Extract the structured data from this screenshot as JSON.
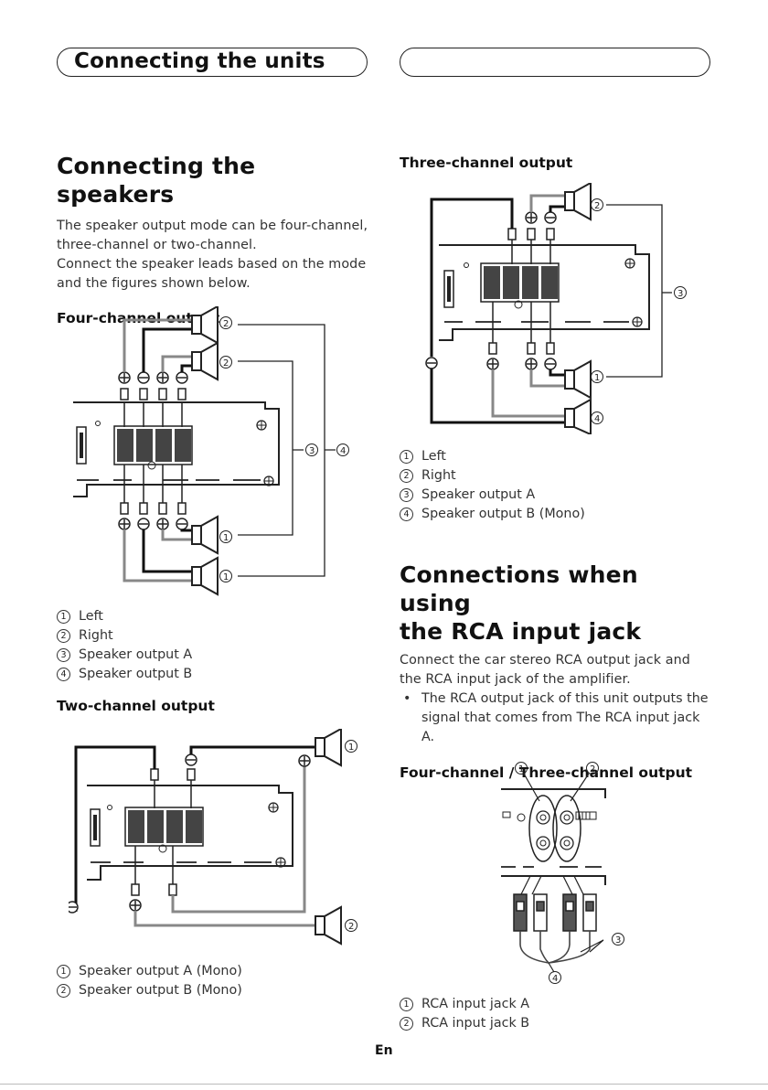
{
  "header": {
    "section_title": "Connecting the units"
  },
  "speakers": {
    "title": "Connecting the speakers",
    "intro_1": "The speaker output mode can be four-channel, three-channel or two-channel.",
    "intro_2": "Connect the speaker leads based on the mode and the figures shown below."
  },
  "four_channel": {
    "title": "Four-channel output",
    "legend": [
      {
        "num": "1",
        "label": "Left"
      },
      {
        "num": "2",
        "label": "Right"
      },
      {
        "num": "3",
        "label": "Speaker output A"
      },
      {
        "num": "4",
        "label": "Speaker output B"
      }
    ]
  },
  "two_channel": {
    "title": "Two-channel output",
    "legend": [
      {
        "num": "1",
        "label": "Speaker output A (Mono)"
      },
      {
        "num": "2",
        "label": "Speaker output B (Mono)"
      }
    ]
  },
  "three_channel": {
    "title": "Three-channel output",
    "legend": [
      {
        "num": "1",
        "label": "Left"
      },
      {
        "num": "2",
        "label": "Right"
      },
      {
        "num": "3",
        "label": "Speaker output A"
      },
      {
        "num": "4",
        "label": "Speaker output B (Mono)"
      }
    ]
  },
  "rca": {
    "title_line1": "Connections when using",
    "title_line2": "the RCA input jack",
    "intro": "Connect the car stereo RCA output jack and the RCA input jack of the amplifier.",
    "bullet": "The RCA output jack of this unit outputs the signal that comes from The RCA input jack A.",
    "sub_title": "Four-channel / Three-channel output",
    "legend": [
      {
        "num": "1",
        "label": "RCA input jack A"
      },
      {
        "num": "2",
        "label": "RCA input jack B"
      }
    ]
  },
  "diagram_labels": {
    "n1": "1",
    "n2": "2",
    "n3": "3",
    "n4": "4"
  },
  "footer": {
    "lang": "En"
  }
}
